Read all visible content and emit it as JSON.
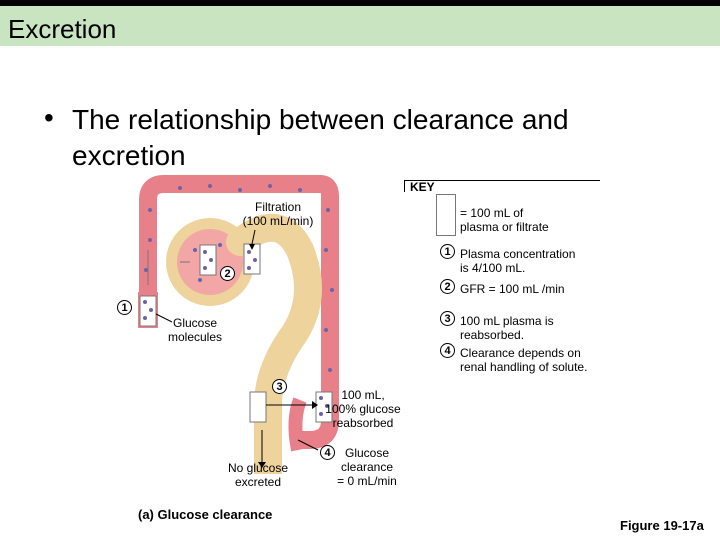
{
  "slide": {
    "title": "Excretion",
    "bullet_char": "•",
    "bullet": "The relationship between clearance and excretion"
  },
  "diagram": {
    "filtration_label_1": "Filtration",
    "filtration_label_2": "(100 mL/min)",
    "glucose_label_1": "Glucose",
    "glucose_label_2": "molecules",
    "reabsorbed_label_1": "100 mL,",
    "reabsorbed_label_2": "100% glucose",
    "reabsorbed_label_3": "reabsorbed",
    "no_glucose_label_1": "No glucose",
    "no_glucose_label_2": "excreted",
    "clearance_label_1": "Glucose",
    "clearance_label_2": "clearance",
    "clearance_label_3": "= 0 mL/min",
    "markers": [
      "1",
      "2",
      "3",
      "4"
    ]
  },
  "key": {
    "title": "KEY",
    "swatch_1": "= 100 mL of",
    "swatch_2": "plasma or filtrate",
    "items": [
      {
        "num": "1",
        "line1": "Plasma concentration",
        "line2": "is 4/100 mL."
      },
      {
        "num": "2",
        "line1": "GFR = 100 mL /min",
        "line2": ""
      },
      {
        "num": "3",
        "line1": "100 mL plasma is",
        "line2": "reabsorbed."
      },
      {
        "num": "4",
        "line1": "Clearance depends on",
        "line2": "renal handling of solute."
      }
    ]
  },
  "caption": "(a) Glucose clearance",
  "figure_label": "Figure 19-17a",
  "colors": {
    "title_bar": "#c8e4c0",
    "vessel": "#e8808a",
    "tubule": "#eed39c",
    "glomerulus": "#f2a6a6",
    "dot": "#6b63a8"
  }
}
